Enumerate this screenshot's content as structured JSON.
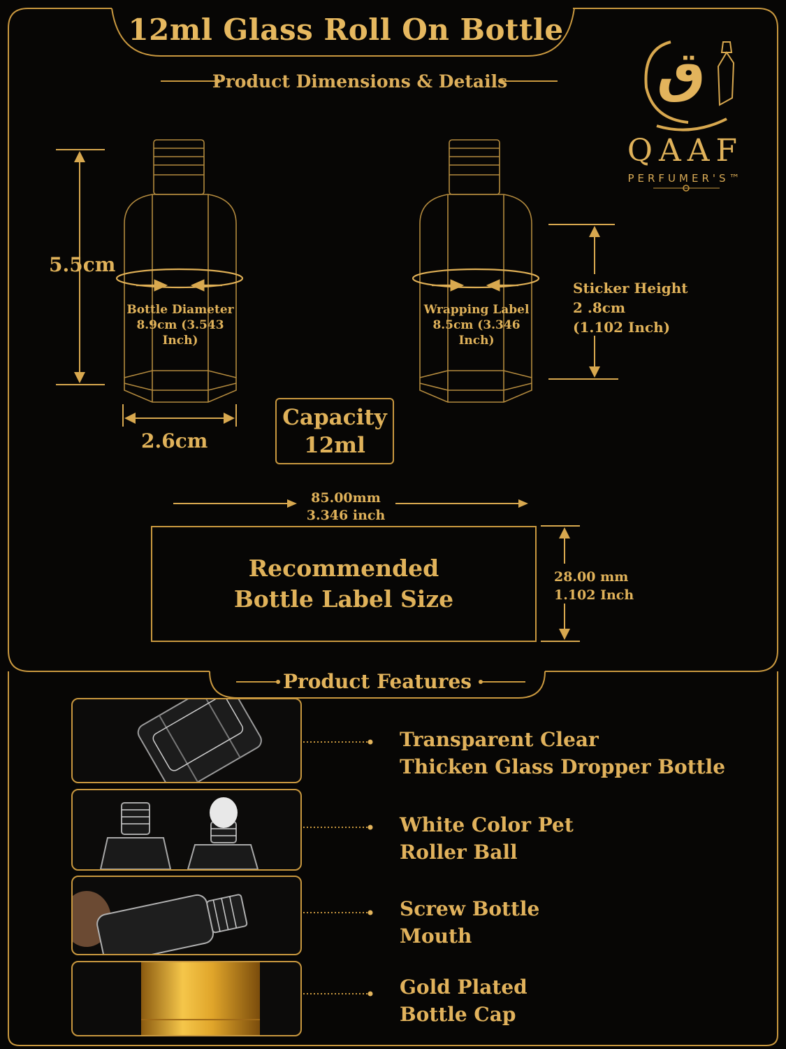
{
  "header": {
    "title": "12ml Glass Roll On Bottle",
    "subtitle": "Product Dimensions & Details"
  },
  "brand": {
    "name": "QAAF",
    "tagline": "PERFUMER'S™",
    "logo_glyph": "ق"
  },
  "dimensions": {
    "height": "5.5cm",
    "width": "2.6cm",
    "bottle_diameter_label": "Bottle Diameter",
    "bottle_diameter_value": "8.9cm (3.543 Inch)",
    "wrapping_label": "Wrapping Label",
    "wrapping_value": "8.5cm (3.346 Inch)",
    "sticker_height_label": "Sticker Height",
    "sticker_height_value": "2 .8cm",
    "sticker_height_inch": "(1.102 Inch)",
    "label_width_mm": "85.00mm",
    "label_width_inch": "3.346 inch",
    "label_height_mm": "28.00 mm",
    "label_height_inch": "1.102 Inch"
  },
  "capacity": {
    "label": "Capacity",
    "value": "12ml"
  },
  "label_box": {
    "line1": "Recommended",
    "line2": "Bottle Label Size"
  },
  "features": {
    "heading": "Product Features",
    "items": [
      {
        "line1": "Transparent Clear",
        "line2": "Thicken Glass Dropper Bottle"
      },
      {
        "line1": "White Color Pet",
        "line2": "Roller Ball"
      },
      {
        "line1": "Screw Bottle",
        "line2": "Mouth"
      },
      {
        "line1": "Gold Plated",
        "line2": "Bottle Cap"
      }
    ]
  },
  "colors": {
    "background": "#070605",
    "gold": "#e3b45c",
    "gold_line": "#c9983f"
  }
}
